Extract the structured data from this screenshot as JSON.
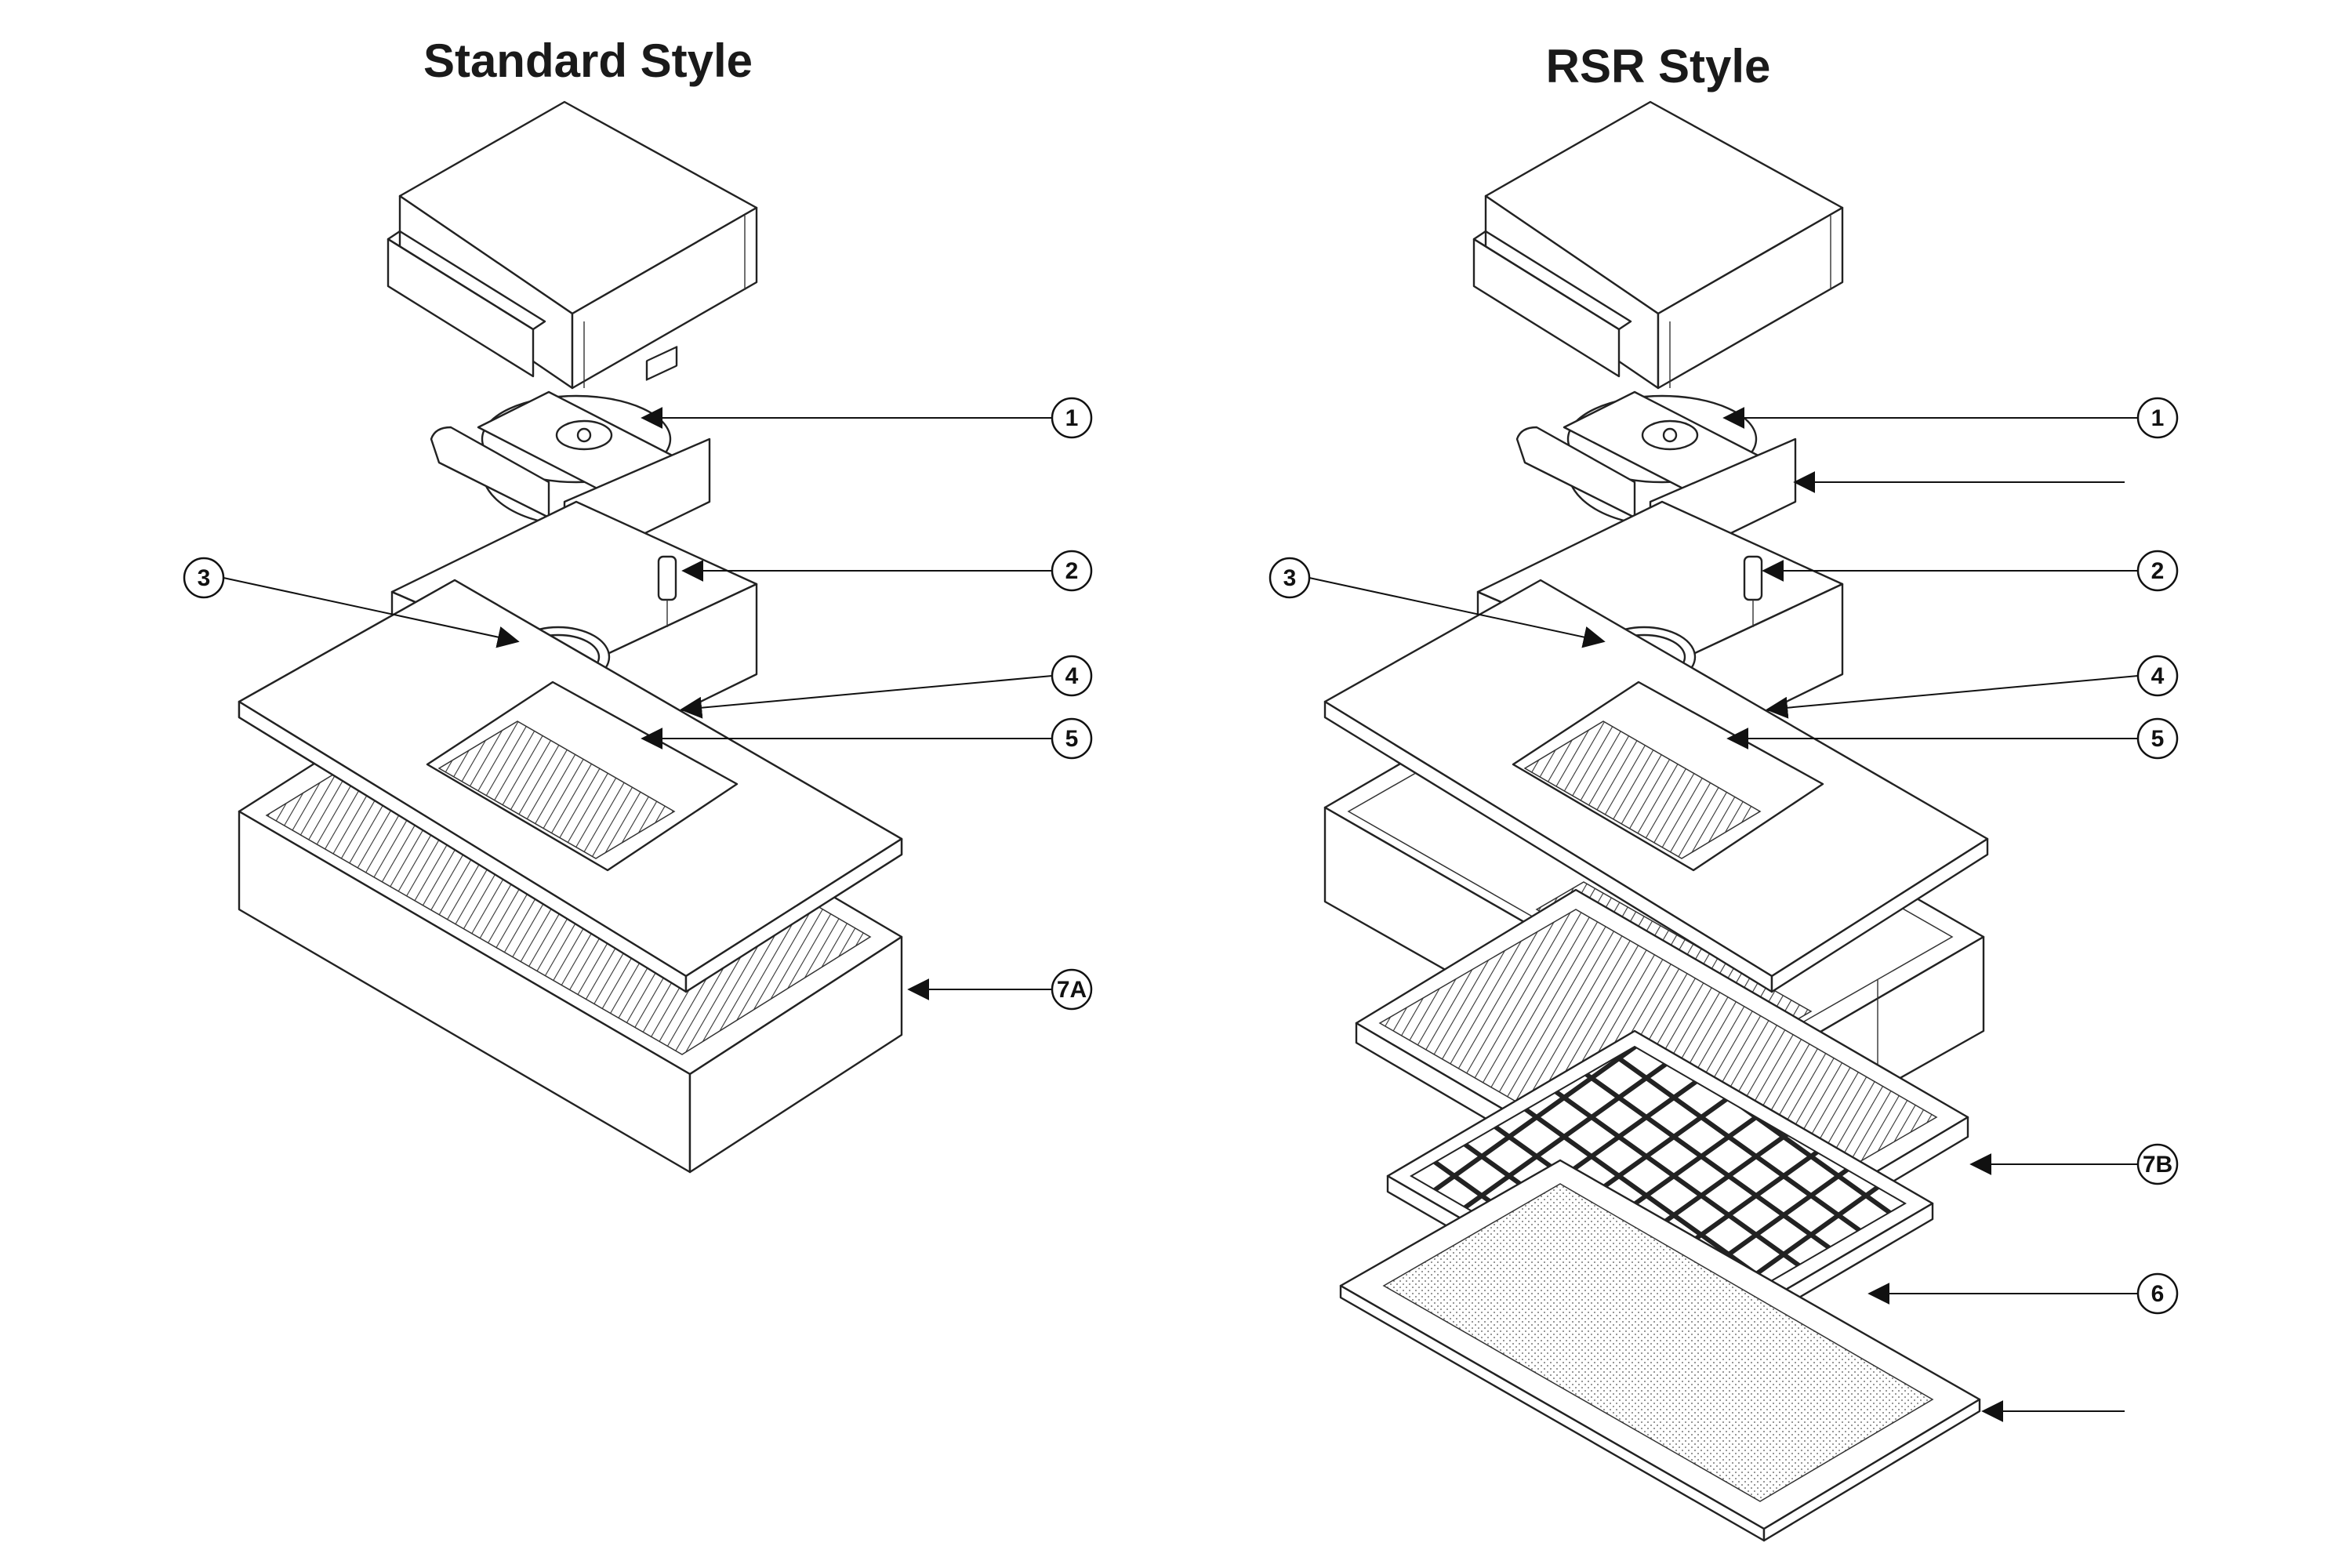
{
  "titles": {
    "standard": "Standard Style",
    "rsr": "RSR Style"
  },
  "callouts": {
    "standard": [
      "1",
      "2",
      "3",
      "4",
      "5",
      "7A"
    ],
    "rsr": [
      "1",
      "2",
      "3",
      "4",
      "5",
      "7B",
      "6"
    ]
  },
  "colors": {
    "line": "#222222",
    "background": "#ffffff",
    "hatch": "#333333"
  }
}
